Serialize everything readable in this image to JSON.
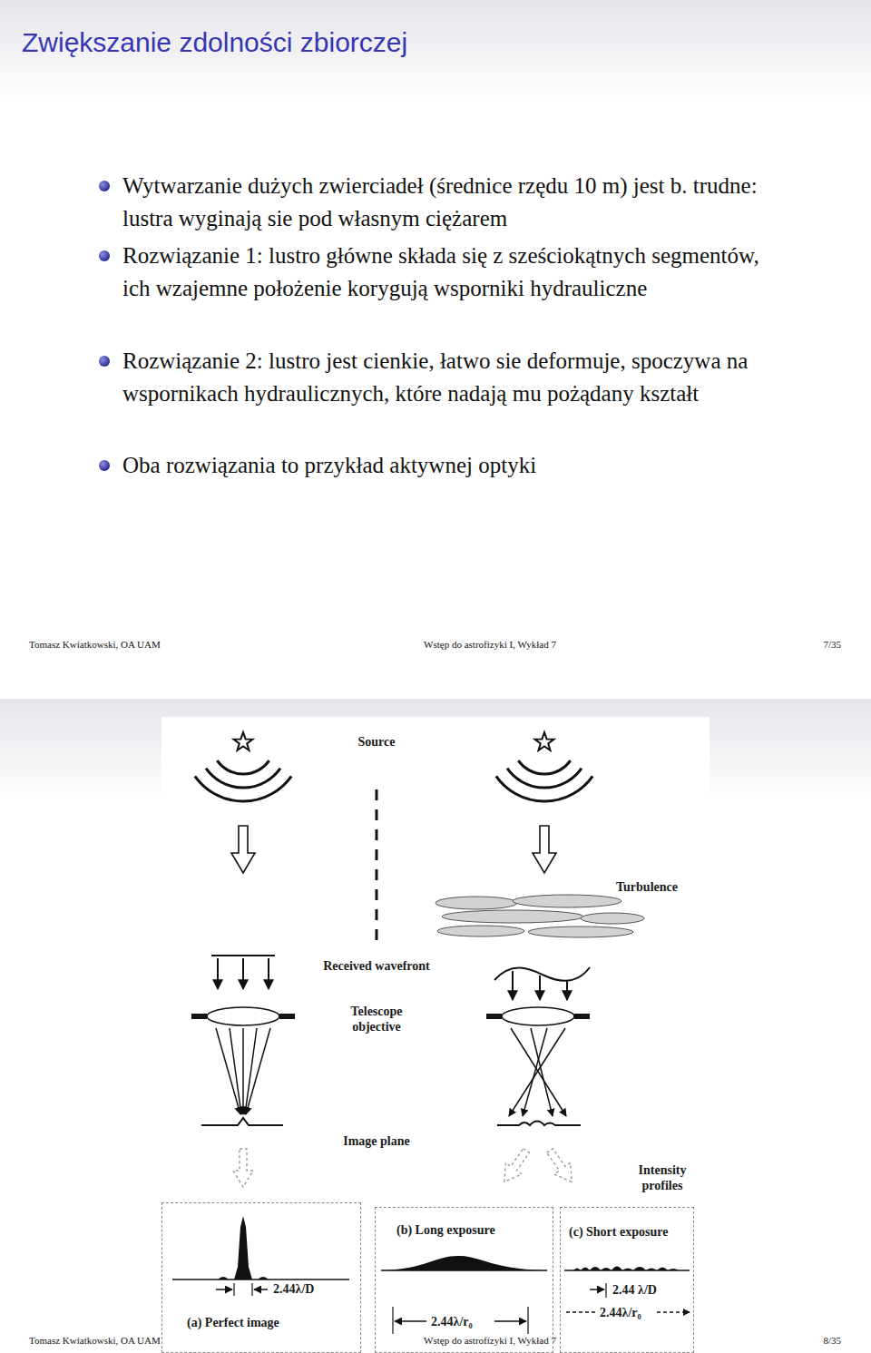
{
  "diagram": {
    "title": "Zwiększanie zdolności zbiorczej",
    "nodes": [
      {
        "text": [
          "2.44λ/D",
          "(a) Perfect image"
        ]
      },
      {
        "text": [
          "(b) Long exposure",
          "2.44λ/r₀"
        ]
      },
      {
        "text": [
          "(c) Short exposure",
          "2.44 λ/D",
          "2.44λ/r₀"
        ]
      }
    ],
    "labels": [
      "Wytwarzanie dużych zwierciadeł (średnice rzędu 10 m) jest b. trudne: lustra wyginają sie pod własnym ciężarem",
      "Rozwiązanie 1: lustro główne składa się z sześciokątnych segmentów, ich wzajemne położenie korygują wsporniki hydrauliczne",
      "Rozwiązanie 2: lustro jest cienkie, łatwo sie deformuje, spoczywa na wspornikach hydraulicznych, które nadają mu pożądany kształt",
      "Oba rozwiązania to przykład aktywnej optyki",
      "Tomasz Kwiatkowski, OA UAM",
      "Wstęp do astrofizyki I, Wykład 7",
      "7/35",
      "Source",
      "Turbulence",
      "Received wavefront",
      "Telescope objective",
      "Image plane",
      "Intensity profiles",
      "Tomasz Kwiatkowski, OA UAM",
      "Wstęp do astrofizyki I, Wykład 7",
      "8/35"
    ]
  }
}
